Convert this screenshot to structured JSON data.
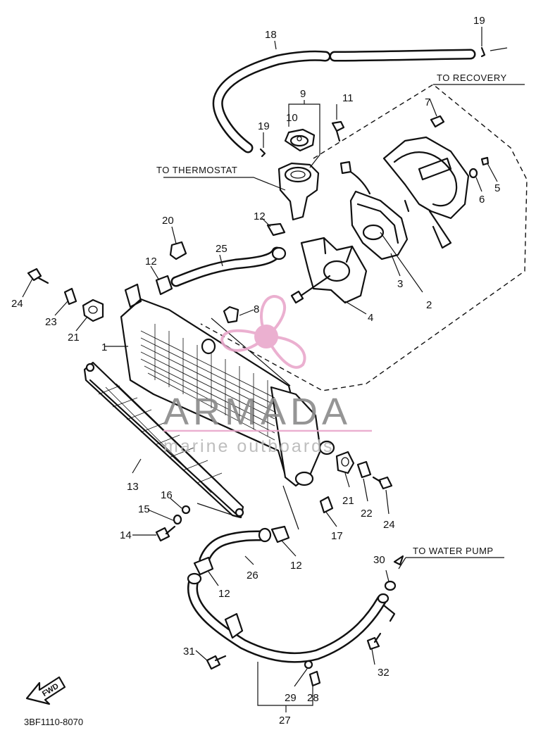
{
  "labels": {
    "l1": "1",
    "l2": "2",
    "l3": "3",
    "l4": "4",
    "l5": "5",
    "l6": "6",
    "l7": "7",
    "l8": "8",
    "l9": "9",
    "l10": "10",
    "l11": "11",
    "l12a": "12",
    "l12b": "12",
    "l12c": "12",
    "l12d": "12",
    "l13": "13",
    "l14": "14",
    "l15": "15",
    "l16": "16",
    "l17": "17",
    "l18": "18",
    "l19a": "19",
    "l19b": "19",
    "l20": "20",
    "l21a": "21",
    "l21b": "21",
    "l22": "22",
    "l23": "23",
    "l24a": "24",
    "l24b": "24",
    "l25": "25",
    "l26": "26",
    "l27": "27",
    "l28": "28",
    "l29": "29",
    "l30": "30",
    "l31": "31",
    "l32": "32"
  },
  "notes": {
    "to_recovery": "TO RECOVERY",
    "to_thermostat": "TO THERMOSTAT",
    "to_water_pump": "TO WATER PUMP"
  },
  "fwd_label": "FWD",
  "diagram_code": "3BF1110-8070",
  "watermark": {
    "brand": "ARMADA",
    "tagline": "marine outboards",
    "color": "#e9a8cc"
  }
}
